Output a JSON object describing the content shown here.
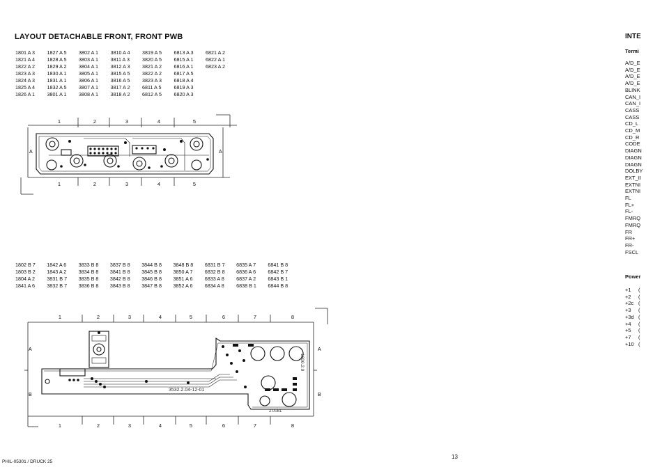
{
  "title": "LAYOUT DETACHABLE FRONT, FRONT PWB",
  "top_table": [
    [
      "1801 A 3",
      "1821 A 4",
      "1822 A 2",
      "1823 A 3",
      "1824 A 3",
      "1825 A 4",
      "1826 A 1"
    ],
    [
      "1827 A 5",
      "1828 A 5",
      "1829 A 2",
      "1830 A 1",
      "1831 A 1",
      "1832 A 5",
      "3801 A 1"
    ],
    [
      "3802 A 1",
      "3803 A 1",
      "3804 A 1",
      "3805 A 1",
      "3806 A 1",
      "3807 A 1",
      "3808 A 1"
    ],
    [
      "3810 A 4",
      "3811 A 3",
      "3812 A 3",
      "3815 A 5",
      "3816 A 5",
      "3817 A 2",
      "3818 A 2"
    ],
    [
      "3819 A 5",
      "3820 A 5",
      "3821 A 2",
      "3822 A 2",
      "3823 A 3",
      "6811 A 5",
      "6812 A 5"
    ],
    [
      "6813 A 3",
      "6815 A 1",
      "6816 A 1",
      "6817 A 5",
      "6818 A 4",
      "6819 A 3",
      "6820 A 3"
    ],
    [
      "6821 A 2",
      "6822 A 1",
      "6823 A 2"
    ]
  ],
  "top_board": {
    "columns": [
      "1",
      "2",
      "3",
      "4",
      "5"
    ],
    "row": "A"
  },
  "bottom_table": [
    [
      "1802 B 7",
      "1803 B 2",
      "1804 A 2",
      "1841 A 6"
    ],
    [
      "1842 A 6",
      "1843 A 2",
      "3831 B 7",
      "3832 B 7"
    ],
    [
      "3833 B 8",
      "3834 B 8",
      "3835 B 8",
      "3836 B 8"
    ],
    [
      "3837 B 8",
      "3841 B 8",
      "3842 B 8",
      "3843 B 8"
    ],
    [
      "3844 B 8",
      "3845 B 8",
      "3846 B 8",
      "3847 B 8"
    ],
    [
      "3848 B 8",
      "3850 A 7",
      "3851 A 6",
      "3852 A 6"
    ],
    [
      "6831 B 7",
      "6832 B 8",
      "6833 A 8",
      "6834 A 8"
    ],
    [
      "6835 A 7",
      "6836 A 6",
      "6837 A 2",
      "6838 B 1"
    ],
    [
      "6841 B 8",
      "6842 B 7",
      "6843 B 1",
      "6844 B 8"
    ]
  ],
  "bottom_board": {
    "columns": [
      "1",
      "2",
      "3",
      "4",
      "5",
      "6",
      "7",
      "8"
    ],
    "rows": [
      "A",
      "B"
    ],
    "pcb_code": "3532.2.04-12-01",
    "pcb_side_code": "1800.2.0",
    "pcb_bottom_code": "2.0081"
  },
  "right_column": {
    "title": "INTE",
    "terminals_heading": "Termi",
    "terminals": [
      "A/D_E",
      "A/D_E",
      "A/D_E",
      "A/D_E",
      "BLINK",
      "CAN_I",
      "CAN_I",
      "CASS",
      "CASS",
      "CD_L",
      "CD_M",
      "CD_R",
      "CODE",
      "DIAGN",
      "DIAGN",
      "DIAGN",
      "DOLBY",
      "EXT_II",
      "EXTNI",
      "EXTNI",
      "FL",
      "FL+",
      "FL-",
      "FMRQ",
      "FMRQ",
      "FR",
      "FR+",
      "FR-",
      "FSCL"
    ],
    "power_heading": "Power",
    "power": [
      "+1",
      "+2",
      "+2c",
      "+3",
      "+3d",
      "+4",
      "+5",
      "+7",
      "+10"
    ]
  },
  "footer": "PHIL-05301 / DRUCK 25",
  "page_number": "13"
}
